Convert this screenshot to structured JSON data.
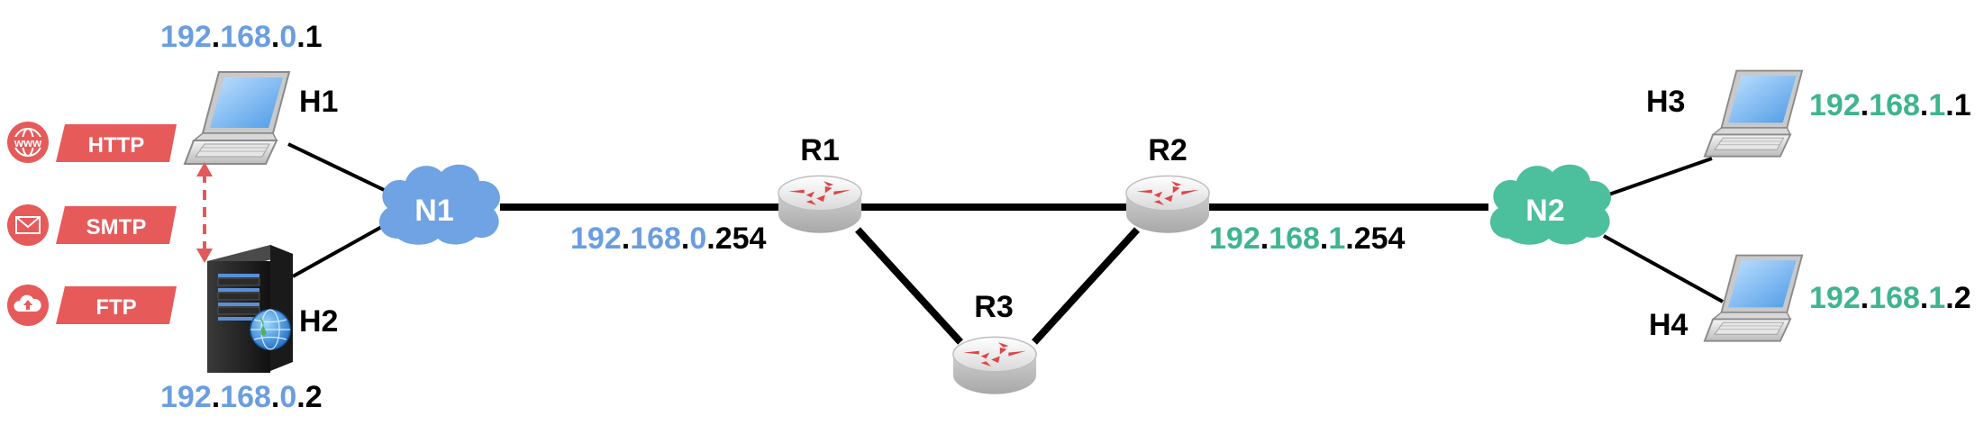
{
  "colors": {
    "blue_net": "#6fa3e3",
    "green_net": "#4cbf9c",
    "ip_blue": "#6a9ee0",
    "ip_green": "#3fb58d",
    "service_red": "#e75a5a",
    "arrow_red": "#e05a5a",
    "line": "#000000"
  },
  "hosts": {
    "h1": {
      "label": "H1",
      "ip": [
        "192",
        ".",
        "168",
        ".",
        "0",
        ".1"
      ]
    },
    "h2": {
      "label": "H2",
      "ip": [
        "192",
        ".",
        "168",
        ".",
        "0",
        ".2"
      ]
    },
    "h3": {
      "label": "H3",
      "ip": [
        "192",
        ".",
        "168",
        ".",
        "1",
        ".1"
      ]
    },
    "h4": {
      "label": "H4",
      "ip": [
        "192",
        ".",
        "168",
        ".",
        "1",
        ".2"
      ]
    }
  },
  "networks": {
    "n1": {
      "label": "N1"
    },
    "n2": {
      "label": "N2"
    }
  },
  "routers": {
    "r1": {
      "label": "R1",
      "ip": [
        "192",
        ".",
        "168",
        ".",
        "0",
        ".254"
      ]
    },
    "r2": {
      "label": "R2",
      "ip": [
        "192",
        ".",
        "168",
        ".",
        "1",
        ".254"
      ]
    },
    "r3": {
      "label": "R3"
    }
  },
  "services": [
    {
      "label": "HTTP",
      "icon": "www-globe-icon",
      "icon_text": "www"
    },
    {
      "label": "SMTP",
      "icon": "envelope-icon"
    },
    {
      "label": "FTP",
      "icon": "cloud-upload-icon"
    }
  ]
}
